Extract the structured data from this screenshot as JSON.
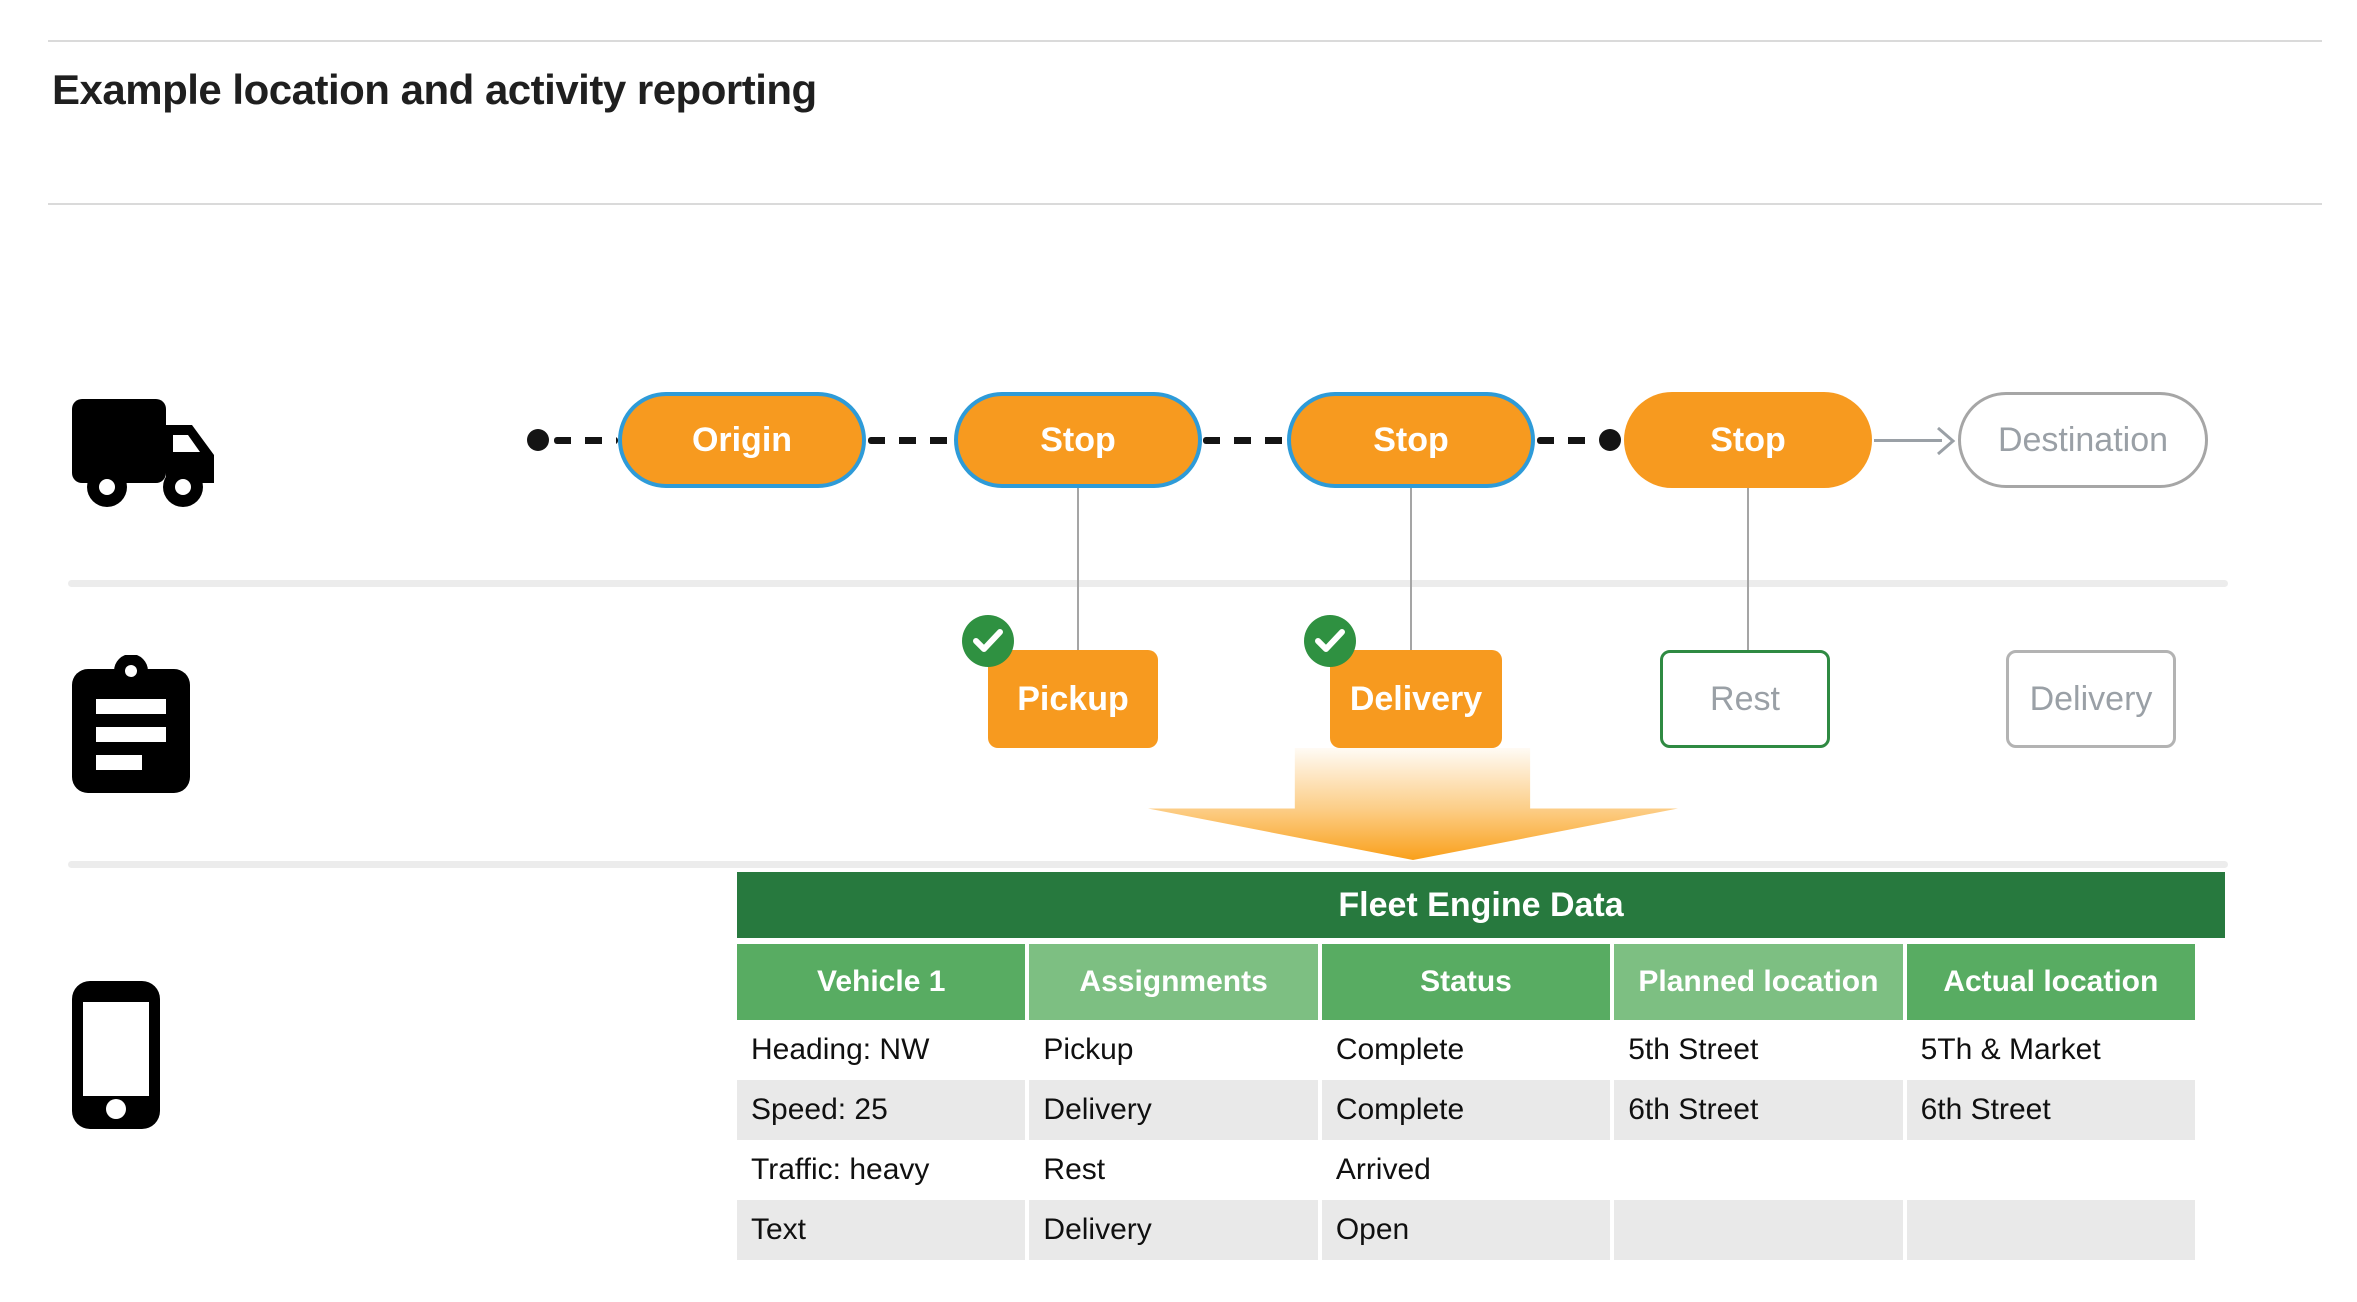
{
  "page": {
    "title": "Example location and activity reporting"
  },
  "lanes": {
    "vehicle_icon": "truck-icon",
    "activity_icon": "clipboard-icon",
    "data_icon": "phone-icon"
  },
  "flow": {
    "nodes": [
      {
        "label": "Origin",
        "state": "visited"
      },
      {
        "label": "Stop",
        "state": "visited"
      },
      {
        "label": "Stop",
        "state": "visited"
      },
      {
        "label": "Stop",
        "state": "current"
      },
      {
        "label": "Destination",
        "state": "upcoming"
      }
    ]
  },
  "activities": [
    {
      "label": "Pickup",
      "state": "complete",
      "checked": true
    },
    {
      "label": "Delivery",
      "state": "complete",
      "checked": true
    },
    {
      "label": "Rest",
      "state": "current",
      "checked": false
    },
    {
      "label": "Delivery",
      "state": "upcoming",
      "checked": false
    }
  ],
  "table": {
    "title": "Fleet Engine Data",
    "columns": [
      "Vehicle 1",
      "Assignments",
      "Status",
      "Planned location",
      "Actual location"
    ],
    "rows": [
      [
        "Heading: NW",
        "Pickup",
        "Complete",
        "5th Street",
        "5Th & Market"
      ],
      [
        "Speed: 25",
        "Delivery",
        "Complete",
        "6th Street",
        "6th Street"
      ],
      [
        "Traffic: heavy",
        "Rest",
        "Arrived",
        "",
        ""
      ],
      [
        "Text",
        "Delivery",
        "Open",
        "",
        ""
      ]
    ]
  },
  "colors": {
    "orange": "#F79A1F",
    "blue_border": "#2E9BD8",
    "dark_green": "#27793E",
    "medium_green": "#58AC62",
    "light_green": "#7DBF82",
    "check_green": "#2F9141",
    "rest_border_green": "#2F8A42",
    "gray_text": "#9AA0A6",
    "row_gray": "#E9E9E9",
    "arrow_orange": "#F9A01B"
  }
}
